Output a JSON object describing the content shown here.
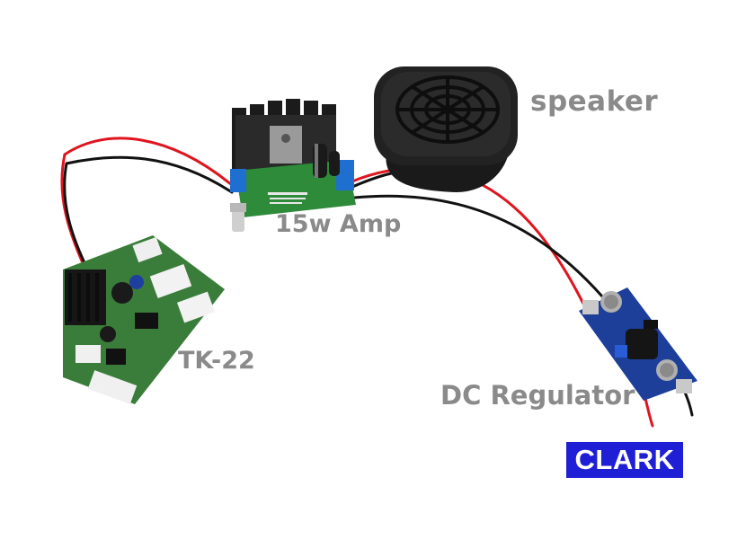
{
  "labels": {
    "speaker": "speaker",
    "amp": "15w Amp",
    "tk22": "TK-22",
    "dc_regulator": "DC Regulator"
  },
  "brand": {
    "text": "CLARK",
    "background": "#1f1fd6",
    "color": "#ffffff"
  },
  "colors": {
    "label_text": "#8a8a8a",
    "pcb_green": "#2e8b3a",
    "regulator_blue": "#1d3f9a",
    "wire_red": "#e0141e",
    "wire_black": "#111111"
  }
}
